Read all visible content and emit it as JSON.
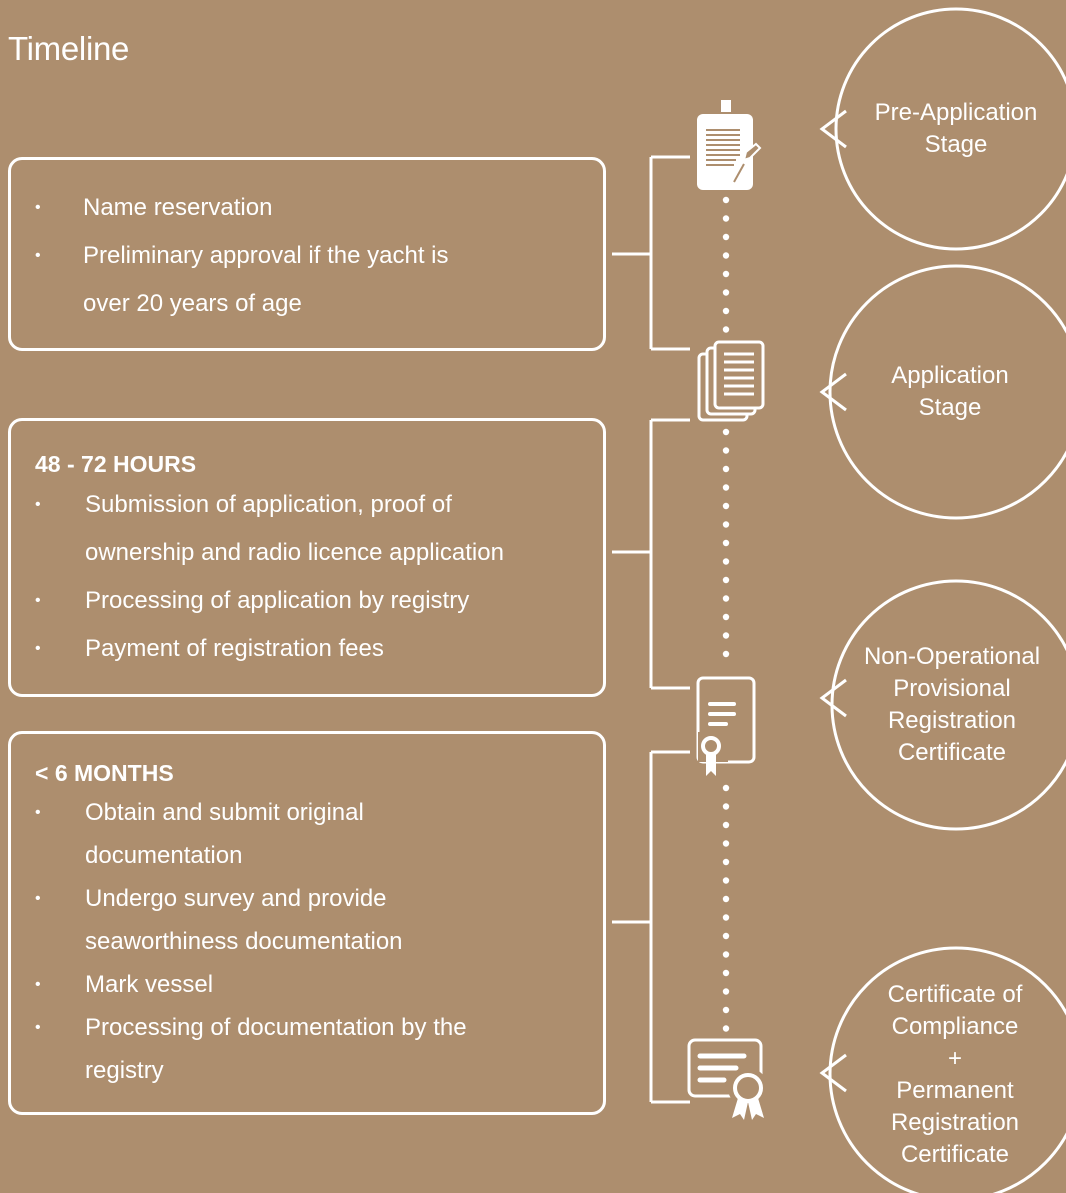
{
  "title": "Timeline",
  "stages": [
    {
      "heading": "",
      "items": [
        [
          "Name reservation"
        ],
        [
          "Preliminary approval if the yacht is",
          "over 20 years of age"
        ]
      ]
    },
    {
      "heading": "48 - 72 HOURS",
      "items": [
        [
          "Submission of application, proof of",
          "ownership and radio licence application"
        ],
        [
          "Processing of application by registry"
        ],
        [
          "Payment of registration fees"
        ]
      ]
    },
    {
      "heading": "< 6 MONTHS",
      "items": [
        [
          "Obtain and submit original",
          "documentation"
        ],
        [
          "Undergo survey and provide",
          "seaworthiness documentation"
        ],
        [
          "Mark vessel"
        ],
        [
          "Processing of documentation by the",
          "registry"
        ]
      ]
    }
  ],
  "bullet": "•",
  "milestones": [
    {
      "label": "Pre-Application\nStage",
      "icon": "document-pen-icon"
    },
    {
      "label": "Application\nStage",
      "icon": "documents-stack-icon"
    },
    {
      "label": "Non-Operational\nProvisional\nRegistration\nCertificate",
      "icon": "certificate-scroll-icon"
    },
    {
      "label": "Certificate of\nCompliance\n+\nPermanent\nRegistration\nCertificate",
      "icon": "diploma-ribbon-icon"
    }
  ],
  "colors": {
    "background": "#ad8e6e",
    "foreground": "#ffffff"
  }
}
